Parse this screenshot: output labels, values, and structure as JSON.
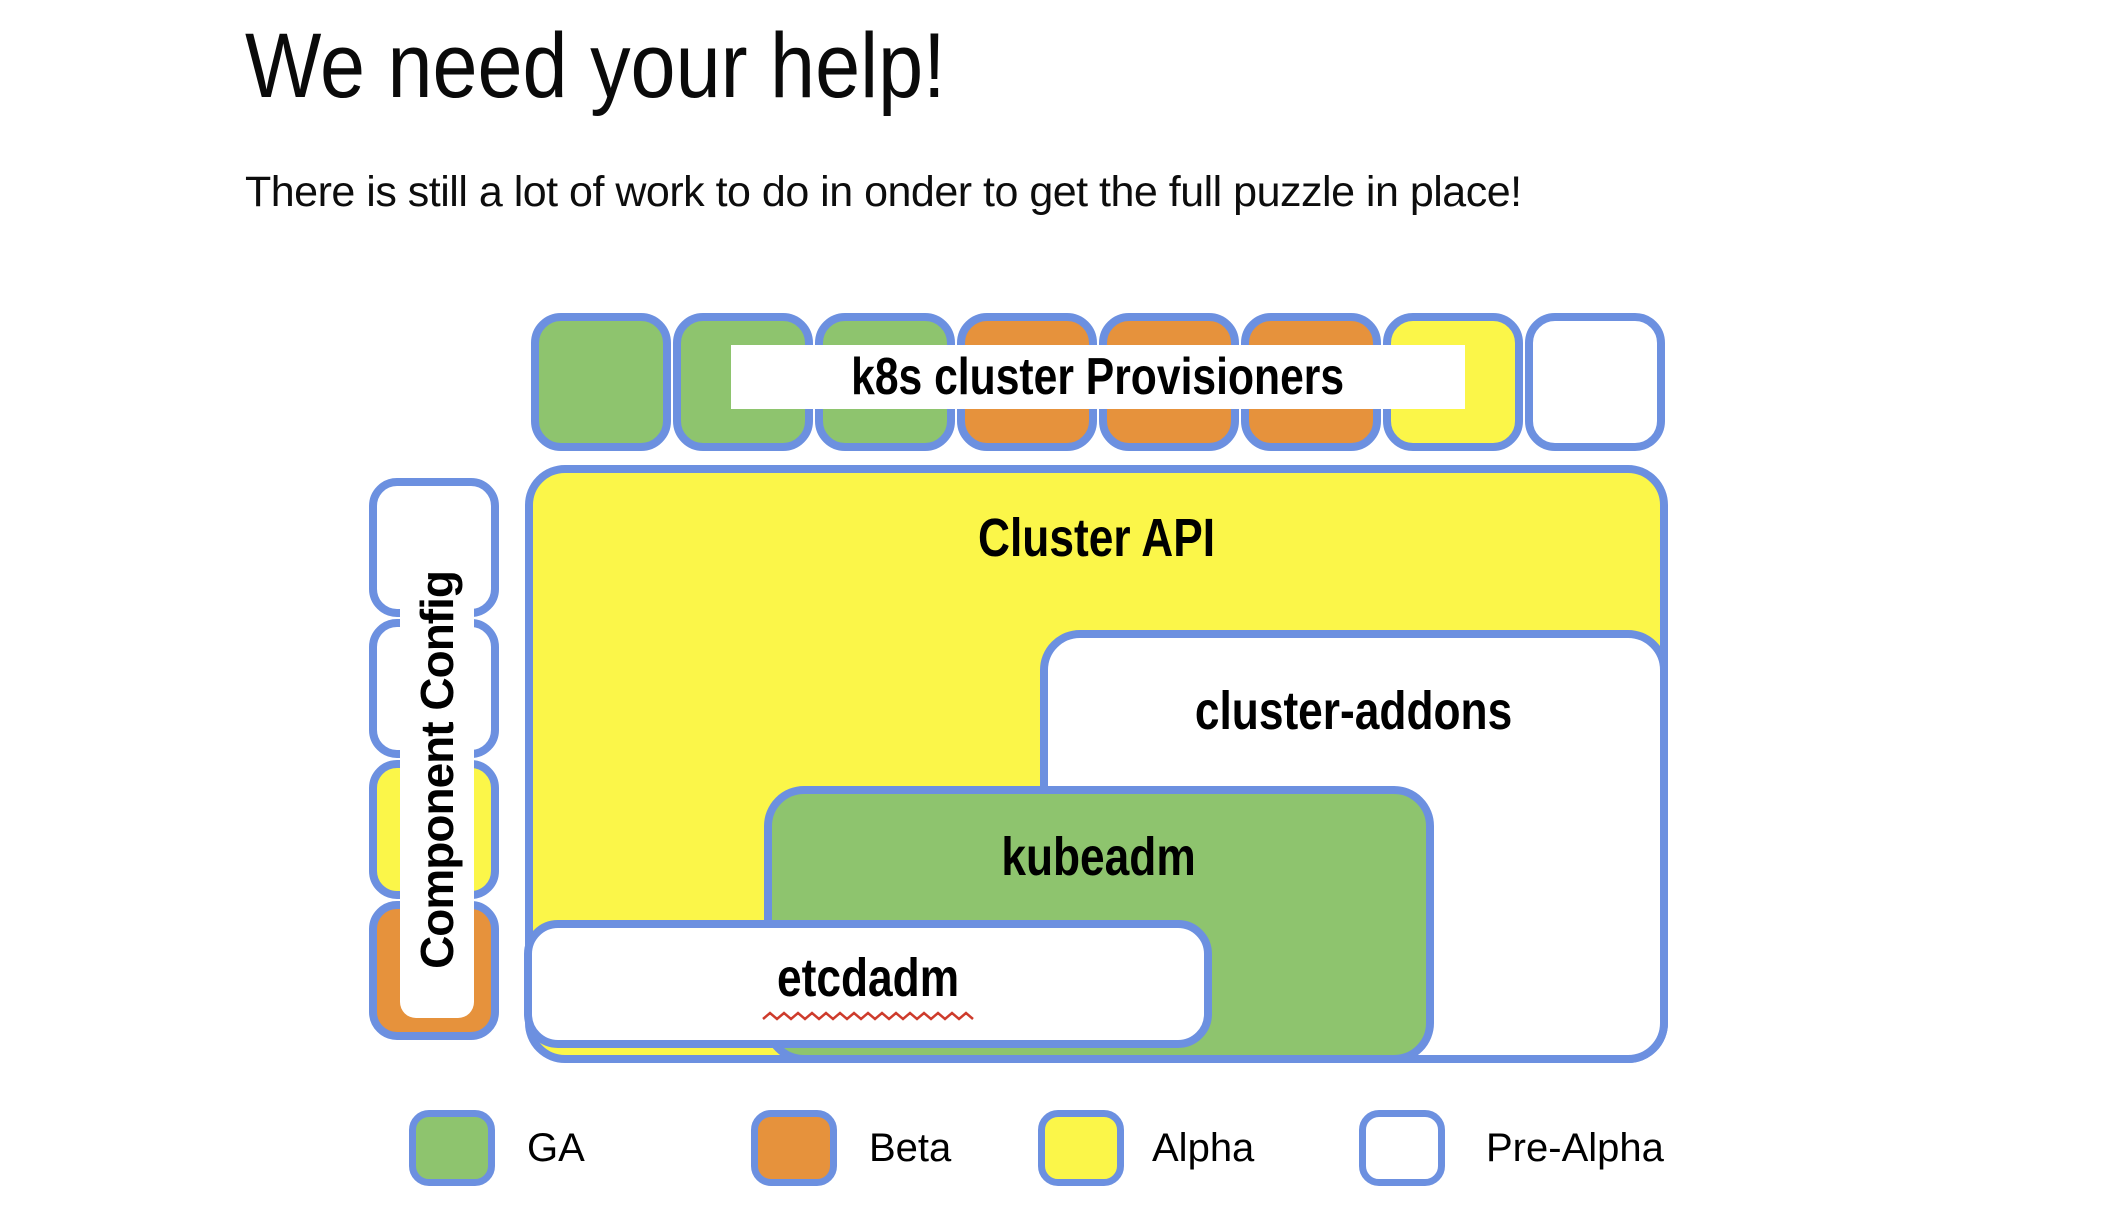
{
  "page": {
    "title": "We need your help!",
    "subtitle": "There is still a lot of work to do in onder to get the full puzzle in place!",
    "background": "#FFFFFF"
  },
  "status_colors": {
    "ga": "#8EC46E",
    "beta": "#E6923C",
    "alpha": "#FBF649",
    "pre_alpha": "#FFFFFF",
    "border": "#6C90E0",
    "spellcheck_red": "#CE3B2C"
  },
  "diagram": {
    "provisioners": {
      "label": "k8s cluster Provisioners",
      "pieces": [
        "ga",
        "ga",
        "ga",
        "beta",
        "beta",
        "beta",
        "alpha",
        "pre_alpha"
      ]
    },
    "component_config": {
      "label": "Component Config",
      "pieces": [
        "pre_alpha",
        "pre_alpha",
        "alpha",
        "beta"
      ]
    },
    "cluster_api": {
      "label": "Cluster API",
      "status": "alpha"
    },
    "cluster_addons": {
      "label": "cluster-addons",
      "status": "pre_alpha"
    },
    "kubeadm": {
      "label": "kubeadm",
      "status": "ga"
    },
    "etcdadm": {
      "label": "etcdadm",
      "status": "pre_alpha",
      "spellcheck_underline": true
    }
  },
  "legend": [
    {
      "label": "GA",
      "status": "ga"
    },
    {
      "label": "Beta",
      "status": "beta"
    },
    {
      "label": "Alpha",
      "status": "alpha"
    },
    {
      "label": "Pre-Alpha",
      "status": "pre_alpha"
    }
  ]
}
